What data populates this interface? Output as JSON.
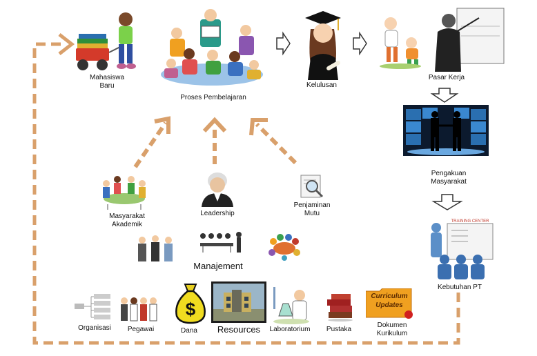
{
  "diagram": {
    "nodes": {
      "mahasiswa_baru": "Mahasiswa\nBaru",
      "proses_pembelajaran": "Proses Pembelajaran",
      "kelulusan": "Kelulusan",
      "pasar_kerja": "Pasar Kerja",
      "pengakuan_masyarakat": "Pengakuan\nMasyarakat",
      "kebutuhan_pt": "Kebutuhan PT",
      "training_center": "TRAINING CENTER"
    },
    "inputs": {
      "masyarakat_akademik": "Masyarakat\nAkademik",
      "leadership": "Leadership",
      "penjaminan_mutu": "Penjaminan\nMutu"
    },
    "manajemen": "Manajement",
    "resources_items": {
      "organisasi": "Organisasi",
      "pegawai": "Pegawai",
      "dana": "Dana",
      "resources": "Resources",
      "laboratorium": "Laboratorium",
      "pustaka": "Pustaka",
      "dokumen_kurikulum": "Dokumen\nKurikulum",
      "curriculum_updates": "Curriculum\nUpdates"
    },
    "colors": {
      "loop_arrow": "#d9a06b",
      "outline_arrow": "#333333",
      "folder": "#f0a020",
      "screen_blue": "#2a6fb0"
    },
    "icons": [
      "student-with-wagon-icon",
      "reading-group-icon",
      "graduate-icon",
      "injured-people-icon",
      "presenter-icon",
      "handshake-screens-icon",
      "training-center-icon",
      "academic-meeting-icon",
      "leadership-portrait-icon",
      "magnifier-document-icon",
      "business-people-icon",
      "meeting-table-icon",
      "team-circle-icon",
      "org-chart-icon",
      "staff-group-icon",
      "money-bag-icon",
      "building-icon",
      "lab-scientist-icon",
      "books-icon",
      "curriculum-folder-icon"
    ]
  }
}
